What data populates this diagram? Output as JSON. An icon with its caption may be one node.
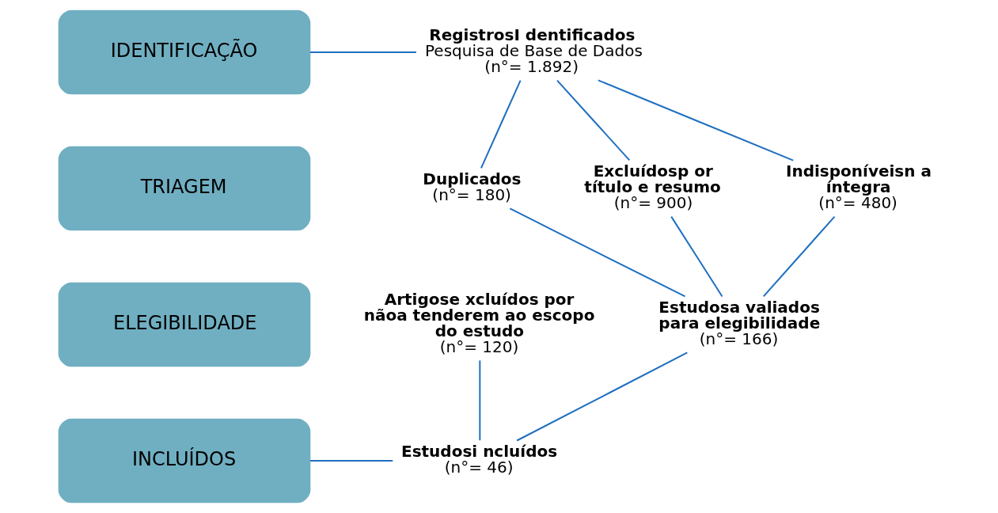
{
  "diagram": {
    "nodes": [
      {
        "text": [
          "IDENTIFICAÇÃO"
        ]
      },
      {
        "text": [
          "TRIAGEM"
        ]
      },
      {
        "text": [
          "ELEGIBILIDADE"
        ]
      },
      {
        "text": [
          "INCLUÍDOS"
        ]
      },
      {
        "text": [
          "RegistrosI dentificados",
          "Pesquisa de Base de Dados",
          "(n°= 1.892)"
        ]
      },
      {
        "text": [
          "Duplicados",
          "(n°= 180)"
        ]
      },
      {
        "text": [
          "Excluídosp or título e resumo",
          "(n°= 900)"
        ]
      },
      {
        "text": [
          "Indisponíveisn a íntegra",
          "(n°= 480)"
        ]
      },
      {
        "text": [
          "Artigose xcluídos por nãoa tenderem ao escopo do estudo",
          "(n°= 120)"
        ]
      },
      {
        "text": [
          "Estudosa valiados para elegibilidade",
          "(n°= 166)"
        ]
      },
      {
        "text": [
          "Estudosi ncluídos",
          "(n°= 46)"
        ]
      }
    ],
    "edges": [
      {
        "from": 0,
        "to": 4,
        "arrow": "none"
      },
      {
        "from": 4,
        "to": 5,
        "arrow": "none"
      },
      {
        "from": 4,
        "to": 6,
        "arrow": "none"
      },
      {
        "from": 4,
        "to": 7,
        "arrow": "none"
      },
      {
        "from": 5,
        "to": 9,
        "arrow": "none"
      },
      {
        "from": 6,
        "to": 9,
        "arrow": "none"
      },
      {
        "from": 7,
        "to": 9,
        "arrow": "none"
      },
      {
        "from": 8,
        "to": 10,
        "arrow": "none"
      },
      {
        "from": 9,
        "to": 10,
        "arrow": "none"
      },
      {
        "from": 3,
        "to": 10,
        "arrow": "none"
      }
    ]
  }
}
